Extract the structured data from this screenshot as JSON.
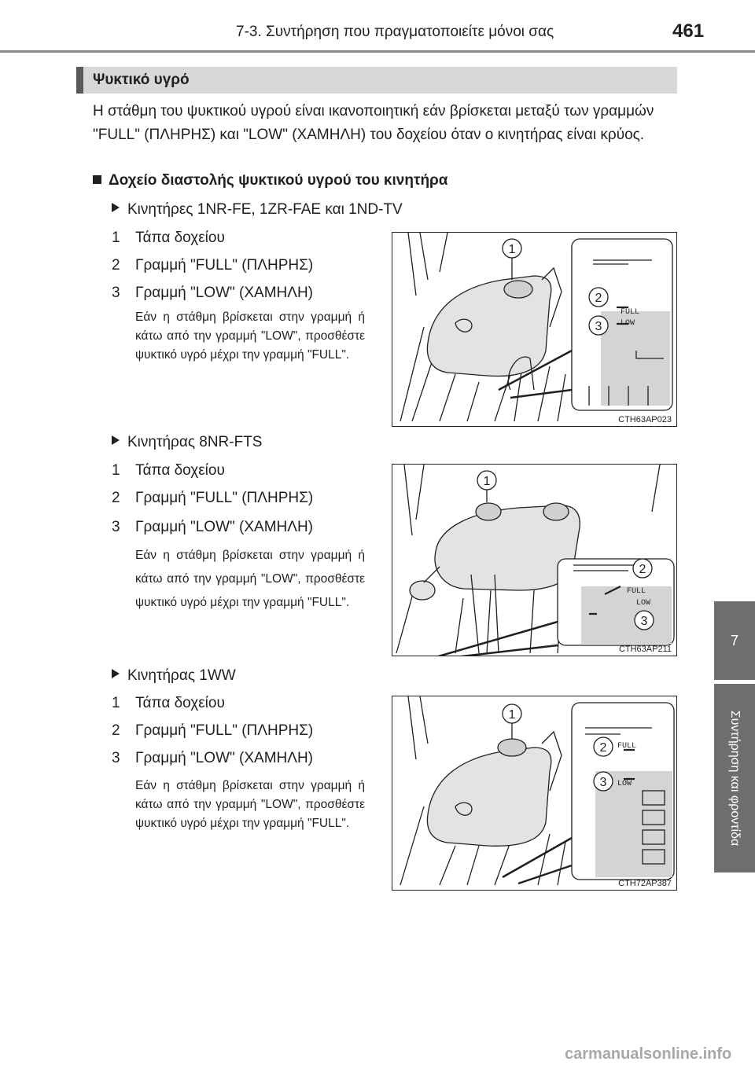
{
  "header": {
    "section": "7-3. Συντήρηση που πραγματοποιείτε μόνοι σας",
    "page_number": "461"
  },
  "side_tab": {
    "chapter_number": "7",
    "chapter_title": "Συντήρηση και φροντίδα"
  },
  "section_title": "Ψυκτικό υγρό",
  "intro": "Η στάθμη του ψυκτικού υγρού είναι ικανοποιητική εάν βρίσκεται μεταξύ των γραμμών \"FULL\" (ΠΛΗΡΗΣ) και \"LOW\" (ΧΑΜΗΛΗ) του δοχείου όταν ο κινητήρας είναι κρύος.",
  "subheading": "Δοχείο διαστολής ψυκτικού υγρού του κινητήρα",
  "blocks": [
    {
      "engine": "Κινητήρες 1NR-FE, 1ZR-FAE και 1ND-TV",
      "items": [
        {
          "num": "1",
          "text": "Τάπα δοχείου"
        },
        {
          "num": "2",
          "text": "Γραμμή \"FULL\" (ΠΛΗΡΗΣ)"
        },
        {
          "num": "3",
          "text": "Γραμμή \"LOW\" (ΧΑΜΗΛΗ)"
        }
      ],
      "note": "Εάν η στάθμη βρίσκεται στην γραμμή ή κάτω από την γραμμή \"LOW\", προσθέστε ψυκτικό υγρό μέχρι την γραμμή \"FULL\".",
      "figure": {
        "code": "CTH63AP023",
        "callouts": [
          "1",
          "2",
          "3"
        ],
        "full_mark": "FULL",
        "low_mark": "LOW"
      }
    },
    {
      "engine": "Κινητήρας 8NR-FTS",
      "items": [
        {
          "num": "1",
          "text": "Τάπα δοχείου"
        },
        {
          "num": "2",
          "text": "Γραμμή \"FULL\" (ΠΛΗΡΗΣ)"
        },
        {
          "num": "3",
          "text": "Γραμμή \"LOW\" (ΧΑΜΗΛΗ)"
        }
      ],
      "note": "Εάν η στάθμη βρίσκεται στην γραμμή ή κάτω από την γραμμή \"LOW\", προσθέστε ψυκτικό υγρό μέχρι την γραμμή \"FULL\".",
      "figure": {
        "code": "CTH63AP211",
        "callouts": [
          "1",
          "2",
          "3"
        ],
        "full_mark": "FULL",
        "low_mark": "LOW"
      }
    },
    {
      "engine": "Κινητήρας 1WW",
      "items": [
        {
          "num": "1",
          "text": "Τάπα δοχείου"
        },
        {
          "num": "2",
          "text": "Γραμμή \"FULL\" (ΠΛΗΡΗΣ)"
        },
        {
          "num": "3",
          "text": "Γραμμή \"LOW\" (ΧΑΜΗΛΗ)"
        }
      ],
      "note": "Εάν η στάθμη βρίσκεται στην γραμμή ή κάτω από την γραμμή \"LOW\", προσθέστε ψυκτικό υγρό μέχρι την γραμμή \"FULL\".",
      "figure": {
        "code": "CTH72AP387",
        "callouts": [
          "1",
          "2",
          "3"
        ],
        "full_mark": "FULL",
        "low_mark": "LOW"
      }
    }
  ],
  "watermark": "carmanualsonline.info"
}
